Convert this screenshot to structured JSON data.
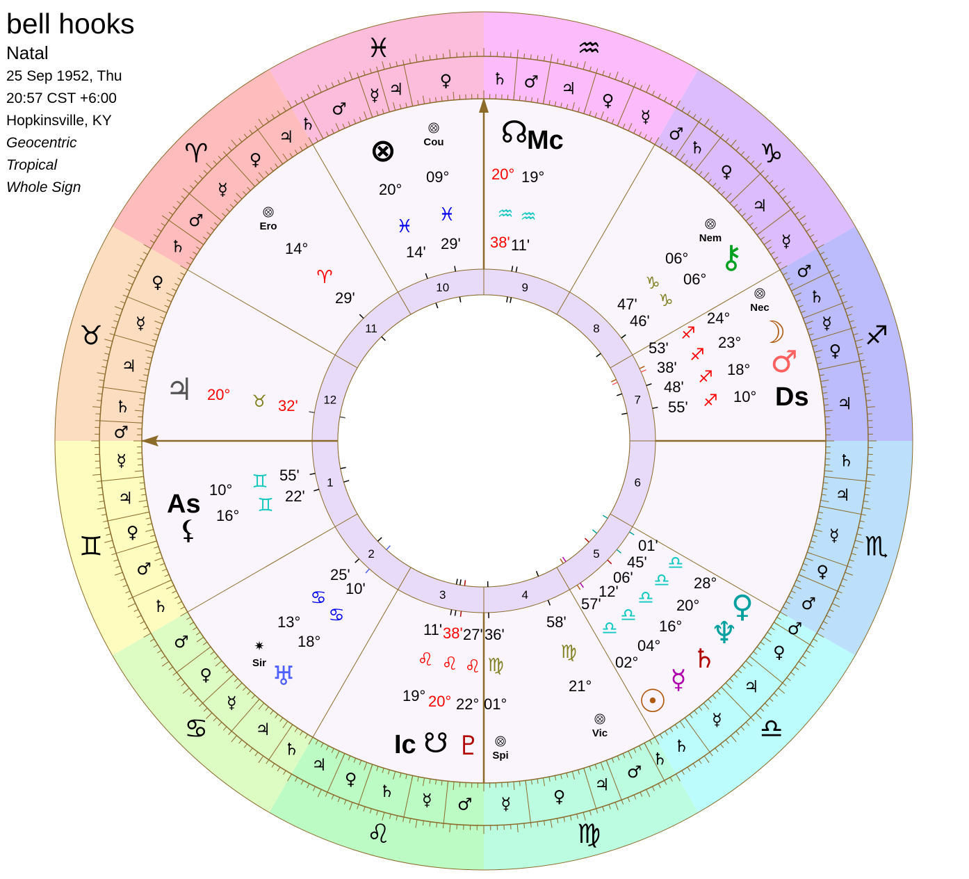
{
  "header": {
    "name": "bell hooks",
    "chart_type": "Natal",
    "date": "25 Sep 1952, Thu",
    "time": "20:57 CST +6:00",
    "location": "Hopkinsville, KY",
    "perspective": "Geocentric",
    "zodiac": "Tropical",
    "house_system": "Whole Sign"
  },
  "colors": {
    "line": "#8b6a2a",
    "background_inner": "#faf5fd",
    "house_ring": "#e8dbfa",
    "red": "#ff0000",
    "blue": "#0000ee",
    "cyan": "#10c8c0",
    "olive": "#808020",
    "green": "#00a020",
    "brown": "#b05a10",
    "salmon": "#ff6060",
    "teal": "#00a0a0",
    "darkred": "#b00000",
    "purple": "#b000b0",
    "slate_blue": "#5060ff",
    "gray": "#555555"
  },
  "signs": [
    {
      "name": "Aries",
      "glyph": "♈",
      "color": "#ffbcbc",
      "terms": [
        [
          "♃",
          6
        ],
        [
          "♀",
          6
        ],
        [
          "☿",
          8
        ],
        [
          "♂",
          5
        ],
        [
          "♄",
          5
        ]
      ]
    },
    {
      "name": "Taurus",
      "glyph": "♉",
      "color": "#fdddc0",
      "terms": [
        [
          "♀",
          8
        ],
        [
          "☿",
          6
        ],
        [
          "♃",
          8
        ],
        [
          "♄",
          5
        ],
        [
          "♂",
          3
        ]
      ]
    },
    {
      "name": "Gemini",
      "glyph": "♊",
      "color": "#fffcc0",
      "terms": [
        [
          "☿",
          6
        ],
        [
          "♃",
          6
        ],
        [
          "♀",
          5
        ],
        [
          "♂",
          7
        ],
        [
          "♄",
          6
        ]
      ]
    },
    {
      "name": "Cancer",
      "glyph": "♋",
      "color": "#ddfcc4",
      "terms": [
        [
          "♂",
          7
        ],
        [
          "♀",
          6
        ],
        [
          "☿",
          6
        ],
        [
          "♃",
          7
        ],
        [
          "♄",
          4
        ]
      ]
    },
    {
      "name": "Leo",
      "glyph": "♌",
      "color": "#bcfcc4",
      "terms": [
        [
          "♃",
          6
        ],
        [
          "♀",
          5
        ],
        [
          "♄",
          7
        ],
        [
          "☿",
          6
        ],
        [
          "♂",
          6
        ]
      ]
    },
    {
      "name": "Virgo",
      "glyph": "♍",
      "color": "#bcfce0",
      "terms": [
        [
          "☿",
          7
        ],
        [
          "♀",
          10
        ],
        [
          "♃",
          4
        ],
        [
          "♂",
          7
        ],
        [
          "♄",
          2
        ]
      ]
    },
    {
      "name": "Libra",
      "glyph": "♎",
      "color": "#bcfcfc",
      "terms": [
        [
          "♄",
          6
        ],
        [
          "☿",
          8
        ],
        [
          "♃",
          7
        ],
        [
          "♀",
          7
        ],
        [
          "♂",
          2
        ]
      ]
    },
    {
      "name": "Scorpio",
      "glyph": "♏",
      "color": "#bce0fc",
      "terms": [
        [
          "♂",
          7
        ],
        [
          "♀",
          4
        ],
        [
          "☿",
          8
        ],
        [
          "♃",
          5
        ],
        [
          "♄",
          6
        ]
      ]
    },
    {
      "name": "Sagittarius",
      "glyph": "♐",
      "color": "#bcbcfc",
      "terms": [
        [
          "♃",
          12
        ],
        [
          "♀",
          5
        ],
        [
          "☿",
          4
        ],
        [
          "♄",
          5
        ],
        [
          "♂",
          4
        ]
      ]
    },
    {
      "name": "Capricorn",
      "glyph": "♑",
      "color": "#dcbcfc",
      "terms": [
        [
          "☿",
          7
        ],
        [
          "♃",
          7
        ],
        [
          "♀",
          8
        ],
        [
          "♄",
          4
        ],
        [
          "♂",
          4
        ]
      ]
    },
    {
      "name": "Aquarius",
      "glyph": "♒",
      "color": "#fcbcfc",
      "terms": [
        [
          "☿",
          7
        ],
        [
          "♀",
          6
        ],
        [
          "♃",
          7
        ],
        [
          "♂",
          5
        ],
        [
          "♄",
          5
        ]
      ]
    },
    {
      "name": "Pisces",
      "glyph": "♓",
      "color": "#fcbcdc",
      "terms": [
        [
          "♀",
          12
        ],
        [
          "♃",
          4
        ],
        [
          "☿",
          3
        ],
        [
          "♂",
          9
        ],
        [
          "♄",
          2
        ]
      ]
    }
  ],
  "houses": [
    "1",
    "2",
    "3",
    "4",
    "5",
    "6",
    "7",
    "8",
    "9",
    "10",
    "11",
    "12"
  ],
  "angles": [
    {
      "label": "As",
      "name": "Ascendant",
      "deg": "10°",
      "sign": "♊",
      "min": "55'",
      "lon": 70.92,
      "sign_color": "#10c8c0"
    },
    {
      "label": "Mc",
      "name": "Midheaven",
      "deg": "19°",
      "sign": "♒",
      "min": "11'",
      "lon": 319.18,
      "sign_color": "#10c8c0"
    },
    {
      "label": "Ds",
      "name": "Descendant",
      "deg": "10°",
      "sign": "♐",
      "min": "55'",
      "lon": 250.92,
      "sign_color": "#ff0000"
    },
    {
      "label": "Ic",
      "name": "Imum Coeli",
      "deg": "19°",
      "sign": "♌",
      "min": "11'",
      "lon": 139.18,
      "sign_color": "#ff0000"
    }
  ],
  "planets": [
    {
      "name": "Sun",
      "glyph": "☉",
      "color": "#b05a10",
      "deg": "02°",
      "sign": "♎",
      "min": "57'",
      "sign_color": "#10c8c0"
    },
    {
      "name": "Moon",
      "glyph": "☽",
      "color": "#b05a10",
      "deg": "24°",
      "sign": "♐",
      "min": "53'",
      "sign_color": "#ff0000"
    },
    {
      "name": "Mercury",
      "glyph": "☿",
      "color": "#b000b0",
      "deg": "04°",
      "sign": "♎",
      "min": "12'",
      "sign_color": "#10c8c0"
    },
    {
      "name": "Venus",
      "glyph": "♀",
      "color": "#00a0a0",
      "deg": "28°",
      "sign": "♎",
      "min": "01'",
      "sign_color": "#10c8c0"
    },
    {
      "name": "Mars",
      "glyph": "♂",
      "color": "#ff6060",
      "deg": "23°",
      "sign": "♐",
      "min": "38'",
      "sign_color": "#ff0000"
    },
    {
      "name": "Jupiter",
      "glyph": "♃",
      "color": "#555555",
      "deg": "20°",
      "sign": "♉",
      "min": "32'",
      "sign_color": "#808020",
      "retro_red": true
    },
    {
      "name": "Saturn",
      "glyph": "♄",
      "color": "#b00000",
      "deg": "16°",
      "sign": "♎",
      "min": "06'",
      "sign_color": "#10c8c0"
    },
    {
      "name": "Uranus",
      "glyph": "♅",
      "color": "#5060ff",
      "deg": "18°",
      "sign": "♋",
      "min": "10'",
      "sign_color": "#0000ee"
    },
    {
      "name": "Neptune",
      "glyph": "♆",
      "color": "#00a0a0",
      "deg": "20°",
      "sign": "♎",
      "min": "45'",
      "sign_color": "#10c8c0"
    },
    {
      "name": "Pluto",
      "glyph": "♇",
      "color": "#b00000",
      "deg": "22°",
      "sign": "♌",
      "min": "27'",
      "sign_color": "#ff0000"
    },
    {
      "name": "North Node",
      "glyph": "☊",
      "color": "#000000",
      "deg": "20°",
      "sign": "♒",
      "min": "38'",
      "sign_color": "#10c8c0",
      "red_value": true
    },
    {
      "name": "South Node",
      "glyph": "☋",
      "color": "#000000",
      "deg": "20°",
      "sign": "♌",
      "min": "38'",
      "sign_color": "#ff0000",
      "red_value": true
    },
    {
      "name": "Chiron",
      "glyph": "⚷",
      "color": "#00a020",
      "deg": "06°",
      "sign": "♑",
      "min": "46'",
      "sign_color": "#808020"
    },
    {
      "name": "Part of Fortune",
      "glyph": "⊗",
      "color": "#000000",
      "deg": "20°",
      "sign": "♓",
      "min": "14'",
      "sign_color": "#0000ee"
    },
    {
      "name": "Lilith",
      "glyph": "⚸",
      "color": "#000000",
      "deg": "16°",
      "sign": "♊",
      "min": "22'",
      "sign_color": "#10c8c0"
    }
  ],
  "asteroids": [
    {
      "label": "Cou",
      "deg": "09°",
      "sign": "♓",
      "min": "29'",
      "sign_color": "#0000ee"
    },
    {
      "label": "Ero",
      "deg": "14°",
      "sign": "♈",
      "min": "29'",
      "sign_color": "#ff0000"
    },
    {
      "label": "Nem",
      "deg": "06°",
      "sign": "♑",
      "min": "47'",
      "sign_color": "#808020"
    },
    {
      "label": "Nec",
      "deg": "18°",
      "sign": "♐",
      "min": "48'",
      "sign_color": "#ff0000"
    },
    {
      "label": "Sir",
      "deg": "13°",
      "sign": "♋",
      "min": "25'",
      "sign_color": "#0000ee"
    },
    {
      "label": "Spi",
      "deg": "01°",
      "sign": "♍",
      "min": "36'",
      "sign_color": "#808020"
    },
    {
      "label": "Vic",
      "deg": "21°",
      "sign": "♍",
      "min": "58'",
      "sign_color": "#808020"
    }
  ],
  "chart_labels": {
    "mc_deg_red": "20°",
    "mc_deg": "19°",
    "mc_min_red": "38'",
    "mc_min": "11'",
    "ic_row_mins": [
      "11'",
      "38'",
      "27'",
      "36'"
    ],
    "ic_row_degs": [
      "19°",
      "20°",
      "22°",
      "01°"
    ]
  }
}
